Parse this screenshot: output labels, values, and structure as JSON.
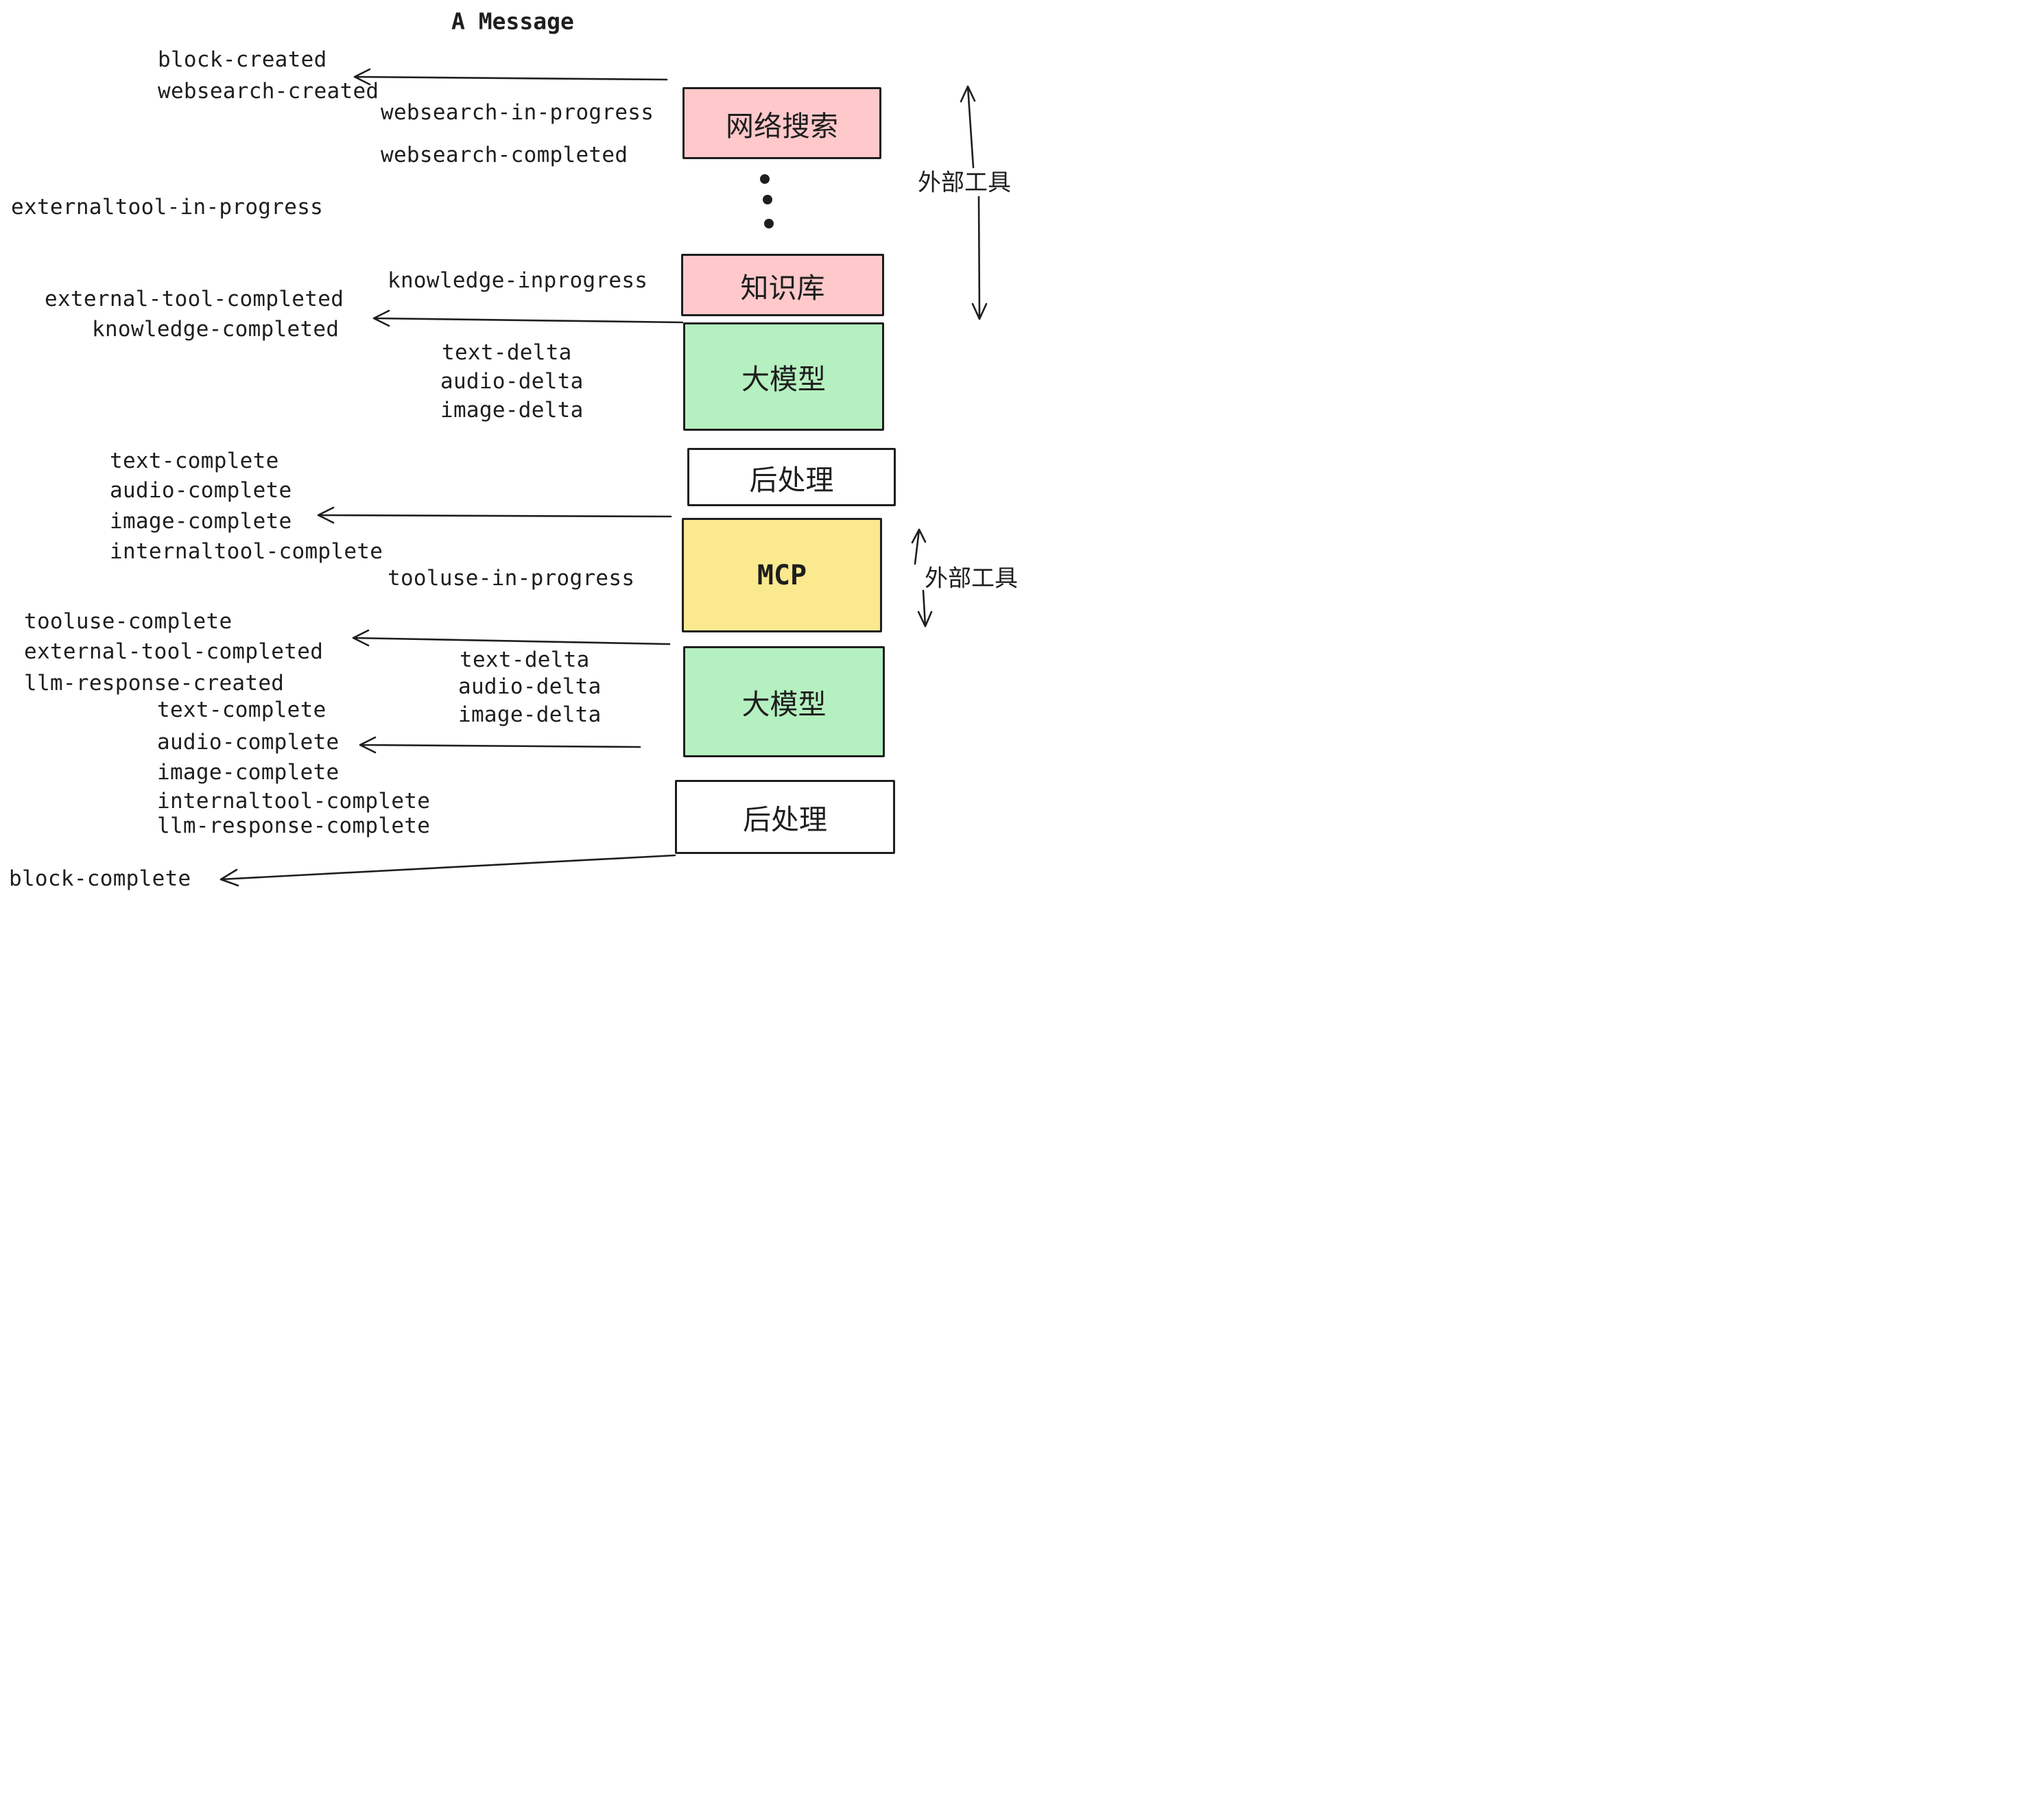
{
  "title": "A Message",
  "colors": {
    "ink": "#1e1e1e",
    "pink": "#ffc9cb",
    "green": "#b5f0c0",
    "yellow": "#fae98f",
    "white": "#ffffff"
  },
  "boxes": {
    "websearch": {
      "label": "网络搜索",
      "color": "#ffc9cb"
    },
    "knowledge": {
      "label": "知识库",
      "color": "#ffc9cb"
    },
    "llm1": {
      "label": "大模型",
      "color": "#b5f0c0"
    },
    "post1": {
      "label": "后处理",
      "color": "#ffffff"
    },
    "mcp": {
      "label": "MCP",
      "color": "#fae98f"
    },
    "llm2": {
      "label": "大模型",
      "color": "#b5f0c0"
    },
    "post2": {
      "label": "后处理",
      "color": "#ffffff"
    }
  },
  "side_labels": {
    "external_tools_top": "外部工具",
    "external_tools_mcp": "外部工具"
  },
  "events": {
    "block_created": "block-created",
    "websearch_created": "websearch-created",
    "websearch_in_progress": "websearch-in-progress",
    "websearch_completed": "websearch-completed",
    "externaltool_in_progress": "externaltool-in-progress",
    "knowledge_inprogress": "knowledge-inprogress",
    "external_tool_completed_1": "external-tool-completed",
    "knowledge_completed": "knowledge-completed",
    "text_delta_1": "text-delta",
    "audio_delta_1": "audio-delta",
    "image_delta_1": "image-delta",
    "text_complete_1": "text-complete",
    "audio_complete_1": "audio-complete",
    "image_complete_1": "image-complete",
    "internaltool_complete_1": "internaltool-complete",
    "tooluse_in_progress": "tooluse-in-progress",
    "tooluse_complete": "tooluse-complete",
    "external_tool_completed_2": "external-tool-completed",
    "llm_response_created": "llm-response-created",
    "text_delta_2": "text-delta",
    "audio_delta_2": "audio-delta",
    "image_delta_2": "image-delta",
    "text_complete_2": "text-complete",
    "audio_complete_2": "audio-complete",
    "image_complete_2": "image-complete",
    "internaltool_complete_2": "internaltool-complete",
    "llm_response_complete": "llm-response-complete",
    "block_complete": "block-complete"
  }
}
